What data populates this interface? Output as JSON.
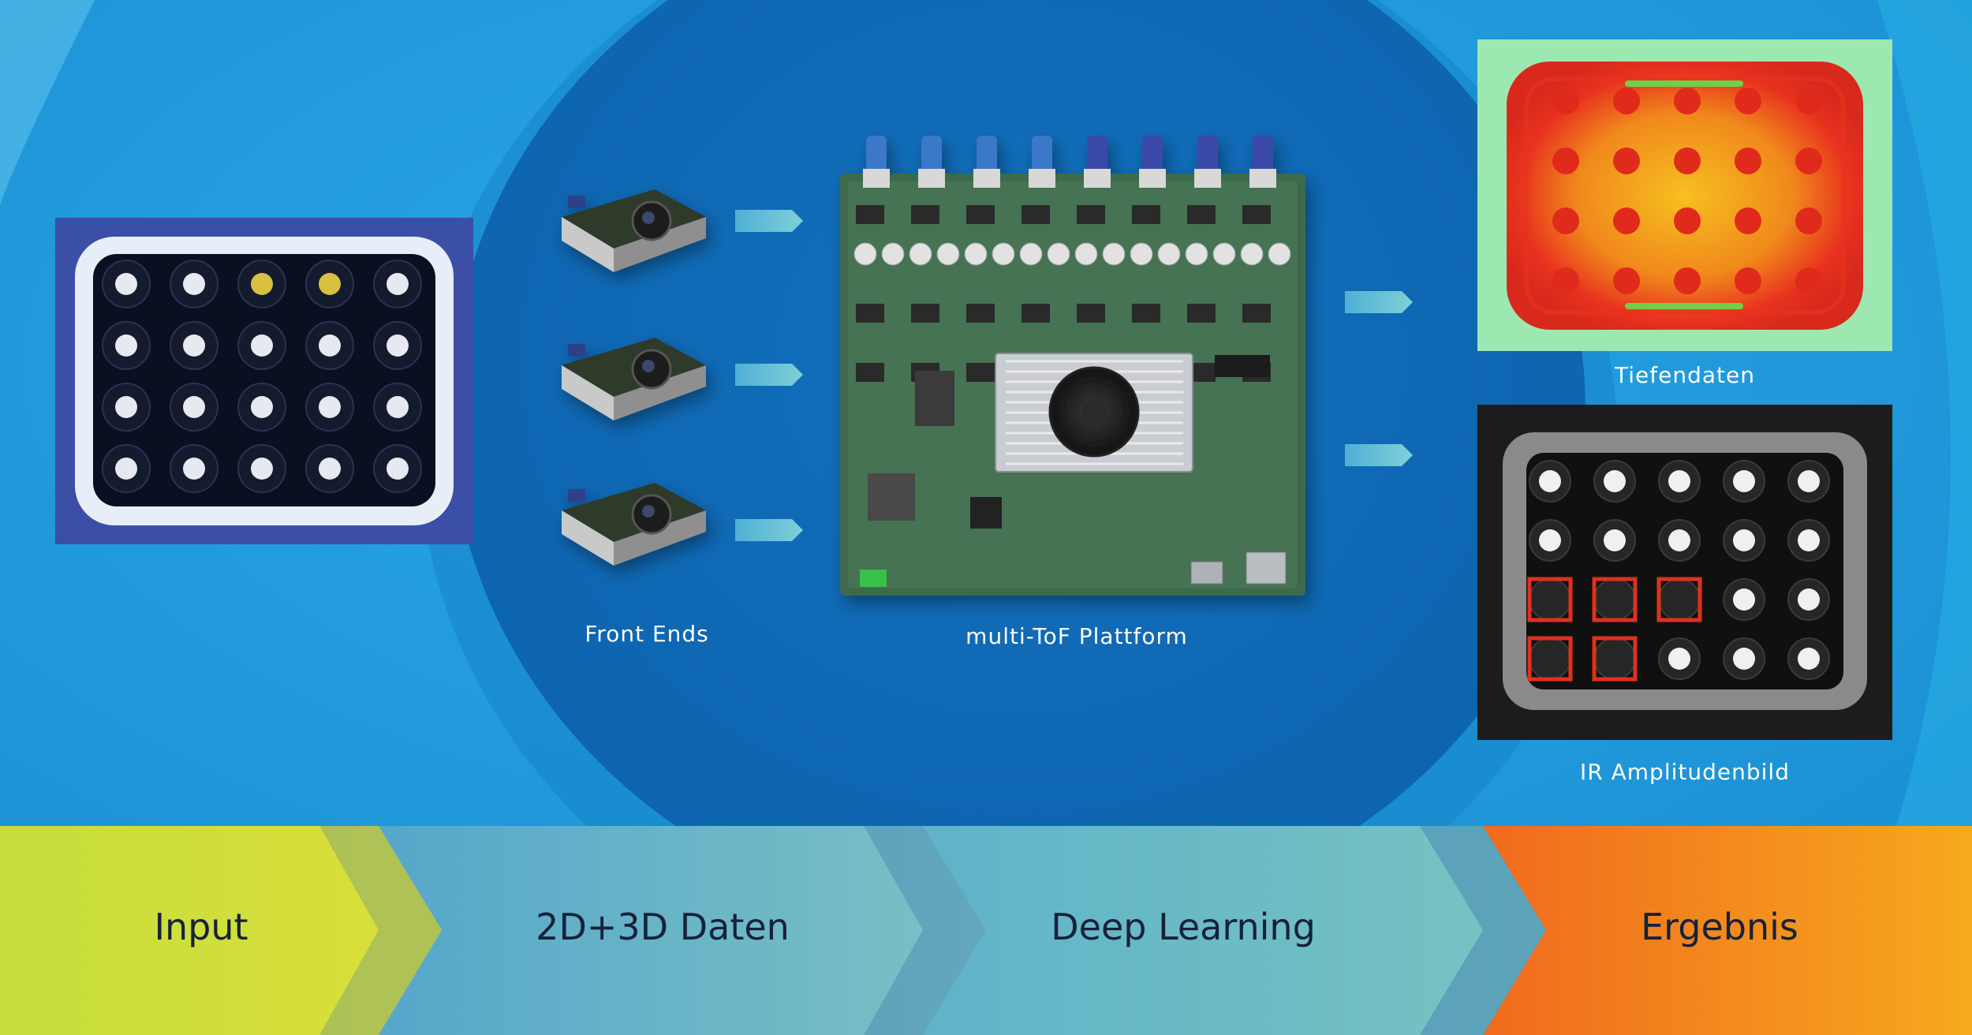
{
  "captions": {
    "front_ends": "Front Ends",
    "platform": "multi-ToF Plattform",
    "depth": "Tiefendaten",
    "amplitude": "IR Amplitudenbild"
  },
  "pipeline": [
    {
      "label": "Input"
    },
    {
      "label": "2D+3D Daten"
    },
    {
      "label": "Deep Learning"
    },
    {
      "label": "Ergebnis"
    }
  ],
  "colors": {
    "background": "#1e9ad9",
    "inner_circle": "#0f6ab6",
    "board_green": "#3c6a4c",
    "depth_red": "#e8321e",
    "depth_yellow": "#f2c220",
    "detection_box": "#e0301e",
    "stage_input": "#c8de3a",
    "stage_data": "#3d9ad0",
    "stage_learning": "#5ab8c6",
    "stage_result": "#f08a1e"
  },
  "detections": {
    "count": 5
  }
}
